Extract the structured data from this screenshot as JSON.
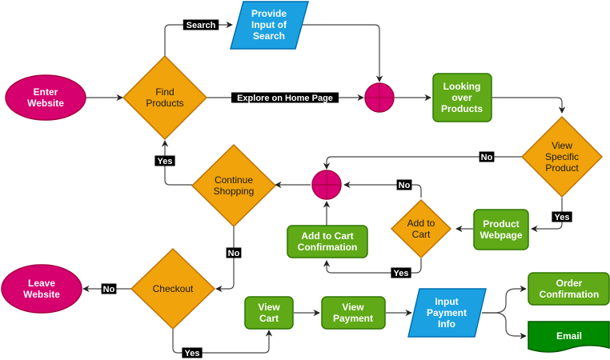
{
  "colors": {
    "terminal": "#d6006e",
    "decision": "#f0a30a",
    "process": "#60a917",
    "input": "#1ba1e2",
    "output": "#008a00",
    "junction": "#d80073"
  },
  "nodes": {
    "enter": "Enter\nWebsite",
    "find": "Find\nProducts",
    "provide_input": "Provide\nInput of\nSearch",
    "looking": "Looking\nover\nProducts",
    "view_specific": "View\nSpecific\nProduct",
    "continue": "Continue\nShopping",
    "product_webpage": "Product\nWebpage",
    "add_to_cart": "Add to\nCart",
    "add_confirm": "Add to Cart\nConfirmation",
    "leave": "Leave\nWebsite",
    "checkout": "Checkout",
    "view_cart": "View\nCart",
    "view_payment": "View\nPayment",
    "input_payment": "Input\nPayment\nInfo",
    "order_confirm": "Order\nConfirmation",
    "email": "Email"
  },
  "edge_labels": {
    "search": "Search",
    "explore": "Explore on Home Page",
    "no_view": "No",
    "yes_view": "Yes",
    "yes_continue": "Yes",
    "no_add": "No",
    "yes_add": "Yes",
    "no_continue": "No",
    "no_checkout": "No",
    "yes_checkout": "Yes"
  }
}
